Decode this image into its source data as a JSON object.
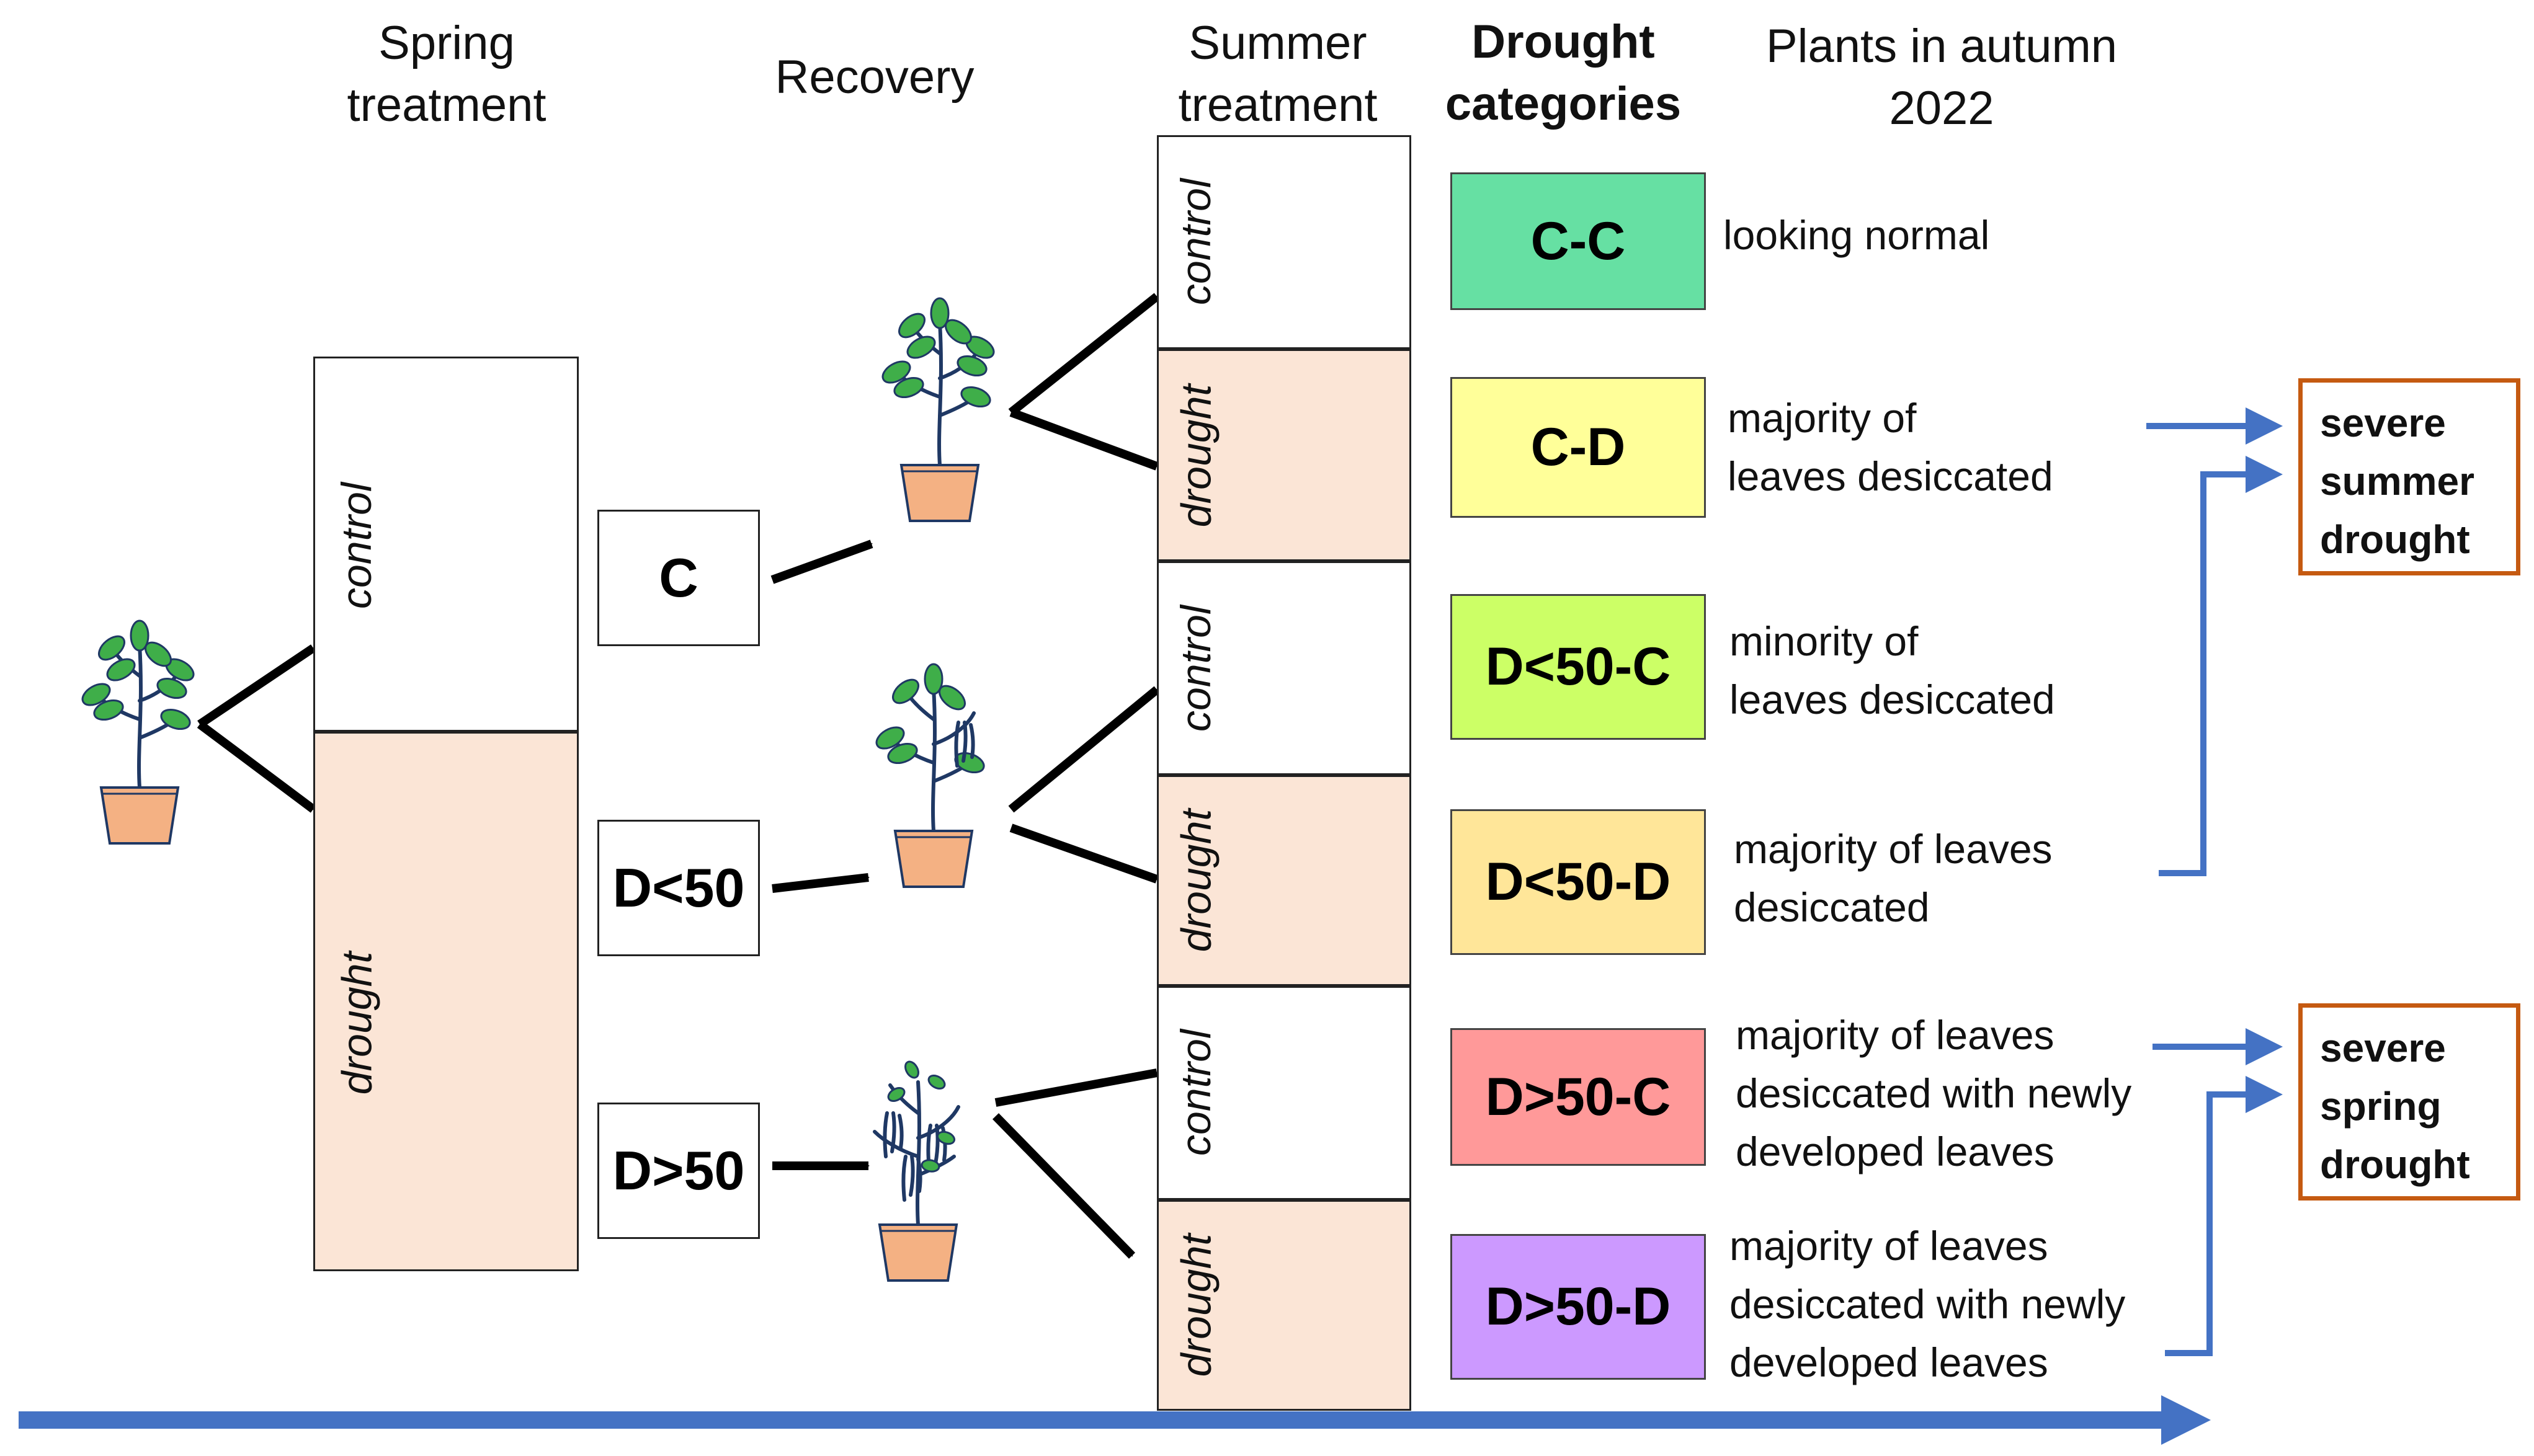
{
  "headers": {
    "spring_line1": "Spring",
    "spring_line2": "treatment",
    "recovery": "Recovery",
    "summer_line1": "Summer",
    "summer_line2": "treatment",
    "drought_cat_line1": "Drought",
    "drought_cat_line2": "categories",
    "autumn_line1": "Plants in autumn",
    "autumn_line2": "2022"
  },
  "treatments": {
    "control": "control",
    "drought": "drought"
  },
  "spring_codes": [
    "C",
    "D<50",
    "D>50"
  ],
  "categories": [
    {
      "code": "C-C",
      "color": "#66e0a3",
      "description": [
        "looking normal"
      ]
    },
    {
      "code": "C-D",
      "color": "#ffff99",
      "description": [
        "majority of",
        "leaves desiccated"
      ]
    },
    {
      "code": "D<50-C",
      "color": "#ccff66",
      "description": [
        "minority of",
        "leaves desiccated"
      ]
    },
    {
      "code": "D<50-D",
      "color": "#ffe699",
      "description": [
        "majority of leaves",
        "desiccated"
      ]
    },
    {
      "code": "D>50-C",
      "color": "#ff9999",
      "description": [
        "majority of leaves",
        "desiccated with newly",
        "developed leaves"
      ]
    },
    {
      "code": "D>50-D",
      "color": "#cc99ff",
      "description": [
        "majority of leaves",
        "desiccated with newly",
        "developed leaves"
      ]
    }
  ],
  "outcomes": {
    "summer": [
      "severe",
      "summer",
      "drought"
    ],
    "spring": [
      "severe",
      "spring",
      "drought"
    ]
  },
  "colors": {
    "pot": "#f4b183",
    "leaf": "#3fae49",
    "stem": "#1f3864",
    "arrow_blue": "#4472c4",
    "outcome_border": "#c55a11",
    "drought_panel": "#fbe5d6"
  }
}
